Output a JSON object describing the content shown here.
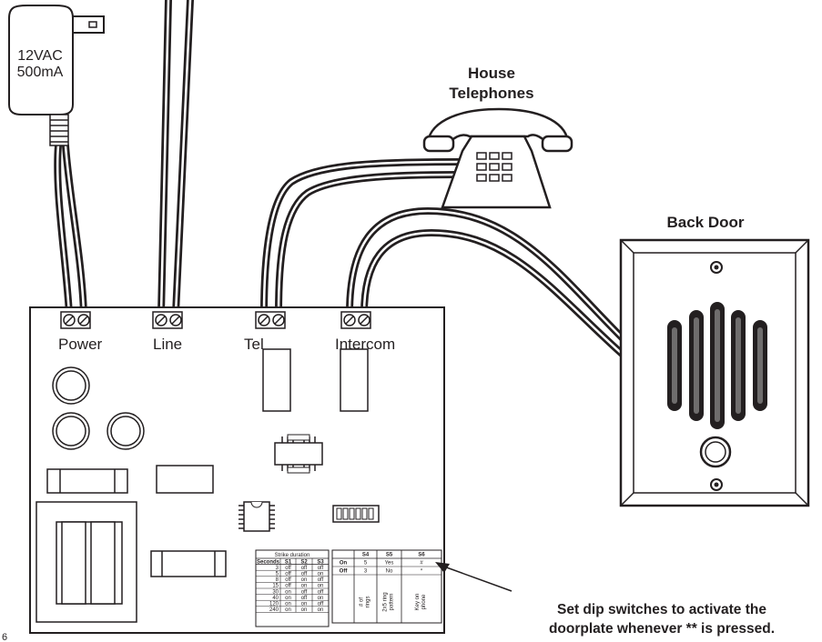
{
  "adapter": {
    "line1": "12VAC",
    "line2": "500mA"
  },
  "labels": {
    "house_telephones_1": "House",
    "house_telephones_2": "Telephones",
    "back_door": "Back Door",
    "power": "Power",
    "line": "Line",
    "tel": "Tel",
    "intercom": "Intercom",
    "page_number": "6"
  },
  "note": {
    "line1": "Set dip switches to activate the",
    "line2": "doorplate whenever ** is pressed."
  },
  "strike_table": {
    "title": "Strike duration",
    "headers": [
      "Seconds",
      "S1",
      "S2",
      "S3"
    ],
    "rows": [
      [
        "3",
        "off",
        "off",
        "off"
      ],
      [
        "5",
        "off",
        "off",
        "on"
      ],
      [
        "8",
        "off",
        "on",
        "off"
      ],
      [
        "15",
        "off",
        "on",
        "on"
      ],
      [
        "30",
        "on",
        "off",
        "off"
      ],
      [
        "40",
        "on",
        "off",
        "on"
      ],
      [
        "120",
        "on",
        "on",
        "off"
      ],
      [
        "240",
        "on",
        "on",
        "on"
      ]
    ]
  },
  "switch_table": {
    "headers": [
      "",
      "S4",
      "S5",
      "S6"
    ],
    "rows": [
      [
        "On",
        "5",
        "Yes",
        "#"
      ],
      [
        "Off",
        "3",
        "No",
        "*"
      ]
    ],
    "descriptions": [
      "# of rings",
      "2x5 ring pattern",
      "Key on phone"
    ]
  }
}
